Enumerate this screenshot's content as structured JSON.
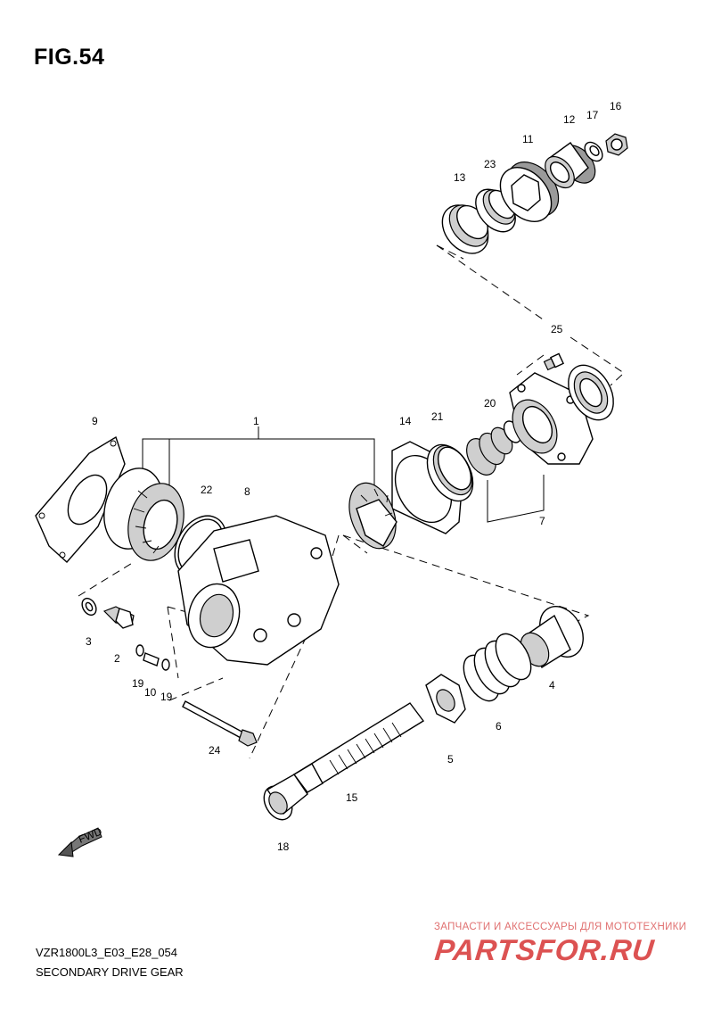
{
  "figure": {
    "title": "FIG.54"
  },
  "footer": {
    "model_code": "VZR1800L3_E03_E28_054",
    "section_name": "SECONDARY DRIVE GEAR"
  },
  "watermark": {
    "tagline": "ЗАПЧАСТИ И АКСЕССУАРЫ ДЛЯ МОТОТЕХНИКИ",
    "logo": "PARTSFOR.RU",
    "color": "#d94040"
  },
  "fwd_label": "FWD",
  "callouts": {
    "c1": "1",
    "c2": "2",
    "c3": "3",
    "c4": "4",
    "c5": "5",
    "c6": "6",
    "c7": "7",
    "c8": "8",
    "c9": "9",
    "c10": "10",
    "c11": "11",
    "c12": "12",
    "c13": "13",
    "c14": "14",
    "c15": "15",
    "c16": "16",
    "c17": "17",
    "c18": "18",
    "c19a": "19",
    "c19b": "19",
    "c20": "20",
    "c21": "21",
    "c22": "22",
    "c23": "23",
    "c24": "24",
    "c25": "25"
  }
}
